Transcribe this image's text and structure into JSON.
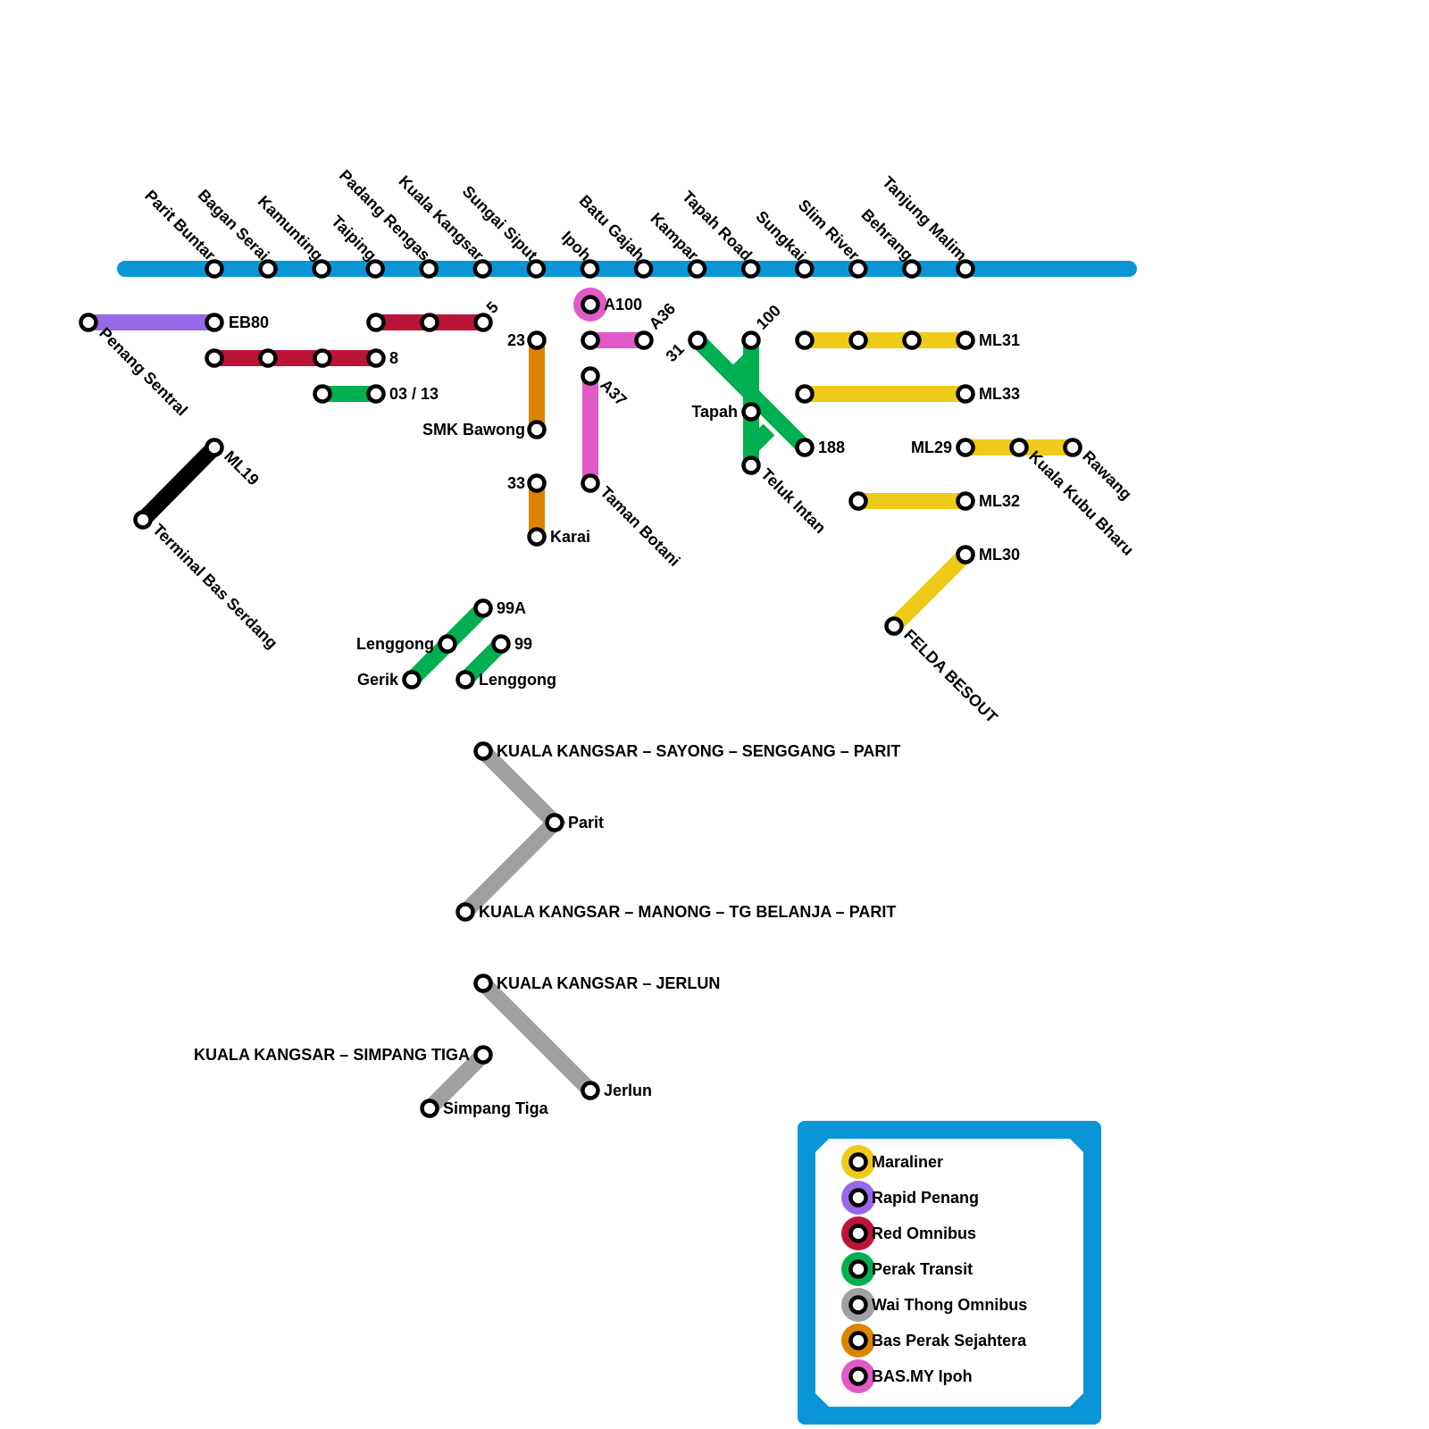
{
  "colors": {
    "main_line": "#0a96d6",
    "maraliner": "#eecb18",
    "rapid_penang": "#9768e8",
    "red_omnibus": "#bc1438",
    "perak_transit": "#00b050",
    "wai_thong": "#a0a0a0",
    "bas_perak": "#dc8400",
    "basmy_ipoh": "#e05bc8",
    "black_route": "#000000"
  },
  "main_line": {
    "stations": [
      "Parit Buntar",
      "Bagan Serai",
      "Kamunting",
      "Taiping",
      "Padang Rengas",
      "Kuala Kangsar",
      "Sungai Siput",
      "Ipoh",
      "Batu Gajah",
      "Kampar",
      "Tapah Road",
      "Sungkai",
      "Slim River",
      "Behrang",
      "Tanjung Malim"
    ]
  },
  "routes": {
    "rapid_penang": {
      "code": "EB80",
      "terminus": "Penang Sentral"
    },
    "red_5": {
      "code": "5"
    },
    "red_8": {
      "code": "8"
    },
    "perak_03_13": {
      "code": "03 / 13"
    },
    "ml19": {
      "code": "ML19",
      "terminus": "Terminal Bas Serdang"
    },
    "bas_23": {
      "code": "23",
      "terminus": "SMK Bawong"
    },
    "bas_33": {
      "code": "33",
      "terminus": "Karai"
    },
    "a100": {
      "code": "A100"
    },
    "a36": {
      "code": "A36"
    },
    "a37": {
      "code": "A37",
      "terminus": "Taman Botani"
    },
    "pt_31": {
      "code": "31"
    },
    "pt_100": {
      "code": "100"
    },
    "pt_188": {
      "code": "188"
    },
    "tapah": {
      "name": "Tapah"
    },
    "teluk_intan": {
      "name": "Teluk Intan"
    },
    "ml31": {
      "code": "ML31"
    },
    "ml33": {
      "code": "ML33"
    },
    "ml29": {
      "code": "ML29",
      "stops": [
        "Kuala Kubu Bharu",
        "Rawang"
      ]
    },
    "ml32": {
      "code": "ML32"
    },
    "ml30": {
      "code": "ML30",
      "terminus": "FELDA BESOUT"
    },
    "pt_99a": {
      "code": "99A",
      "stops": [
        "Lenggong",
        "Gerik"
      ]
    },
    "pt_99": {
      "code": "99",
      "terminus": "Lenggong"
    },
    "wt_sayong": {
      "name": "KUALA KANGSAR – SAYONG – SENGGANG – PARIT",
      "mid": "Parit"
    },
    "wt_manong": {
      "name": "KUALA KANGSAR – MANONG – TG BELANJA – PARIT"
    },
    "wt_jerlun": {
      "name": "KUALA KANGSAR – JERLUN",
      "terminus": "Jerlun"
    },
    "wt_simpang": {
      "name": "KUALA KANGSAR – SIMPANG TIGA",
      "terminus": "Simpang Tiga"
    }
  },
  "legend": {
    "items": [
      {
        "label": "Maraliner",
        "color": "#eecb18"
      },
      {
        "label": "Rapid Penang",
        "color": "#9768e8"
      },
      {
        "label": "Red Omnibus",
        "color": "#bc1438"
      },
      {
        "label": "Perak Transit",
        "color": "#00b050"
      },
      {
        "label": "Wai Thong Omnibus",
        "color": "#a0a0a0"
      },
      {
        "label": "Bas Perak Sejahtera",
        "color": "#dc8400"
      },
      {
        "label": "BAS.MY Ipoh",
        "color": "#e05bc8"
      }
    ]
  }
}
